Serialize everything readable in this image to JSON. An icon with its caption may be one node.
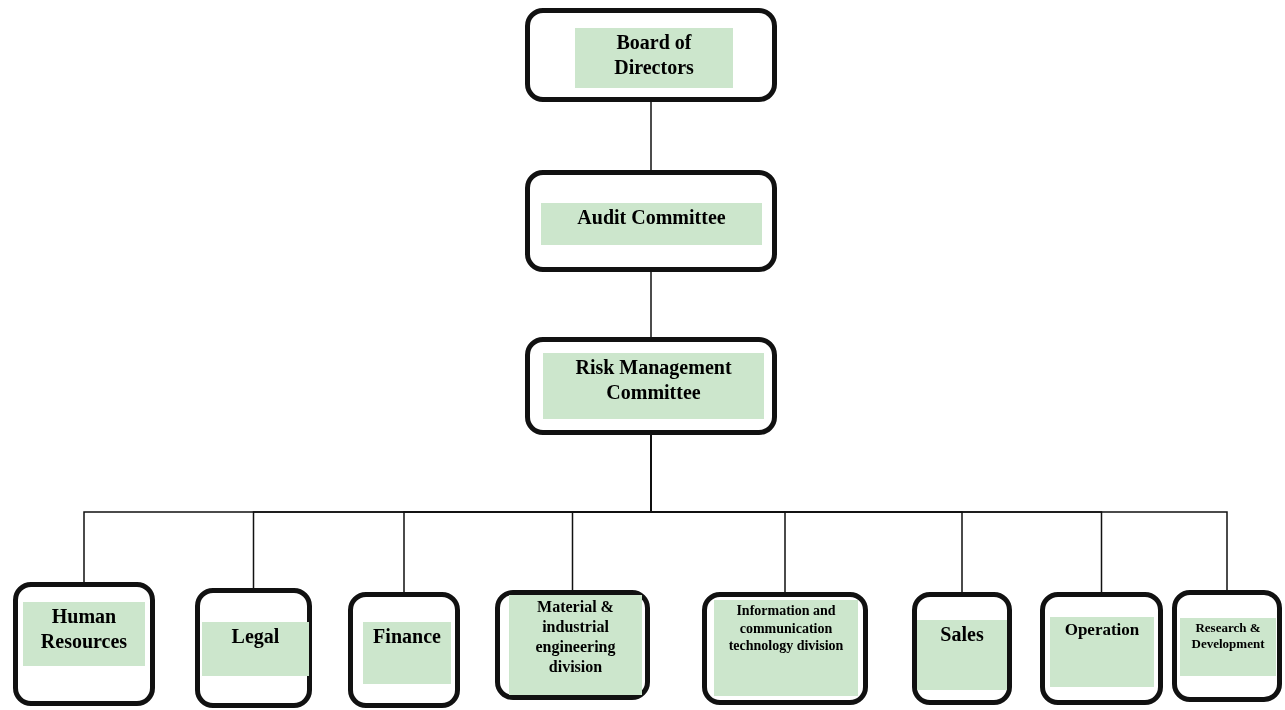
{
  "diagram": {
    "nodes": [
      {
        "text": [
          "Board of Directors"
        ]
      },
      {
        "text": [
          "Audit Committee"
        ]
      },
      {
        "text": [
          "Risk Management Committee"
        ]
      },
      {
        "text": [
          "Human Resources"
        ]
      },
      {
        "text": [
          "Legal"
        ]
      },
      {
        "text": [
          "Finance"
        ]
      },
      {
        "text": [
          "Material & industrial engineering division"
        ]
      },
      {
        "text": [
          "Information and communication technology division"
        ]
      },
      {
        "text": [
          "Sales"
        ]
      },
      {
        "text": [
          "Operation"
        ]
      },
      {
        "text": [
          "Research & Development"
        ]
      }
    ],
    "edges": [
      {
        "from": 0,
        "to": 1,
        "arrow": "none"
      },
      {
        "from": 1,
        "to": 2,
        "arrow": "none"
      },
      {
        "from": 2,
        "to": 3,
        "arrow": "none"
      },
      {
        "from": 2,
        "to": 4,
        "arrow": "none"
      },
      {
        "from": 2,
        "to": 5,
        "arrow": "none"
      },
      {
        "from": 2,
        "to": 6,
        "arrow": "none"
      },
      {
        "from": 2,
        "to": 7,
        "arrow": "none"
      },
      {
        "from": 2,
        "to": 8,
        "arrow": "none"
      },
      {
        "from": 2,
        "to": 9,
        "arrow": "none"
      },
      {
        "from": 2,
        "to": 10,
        "arrow": "none"
      }
    ]
  }
}
